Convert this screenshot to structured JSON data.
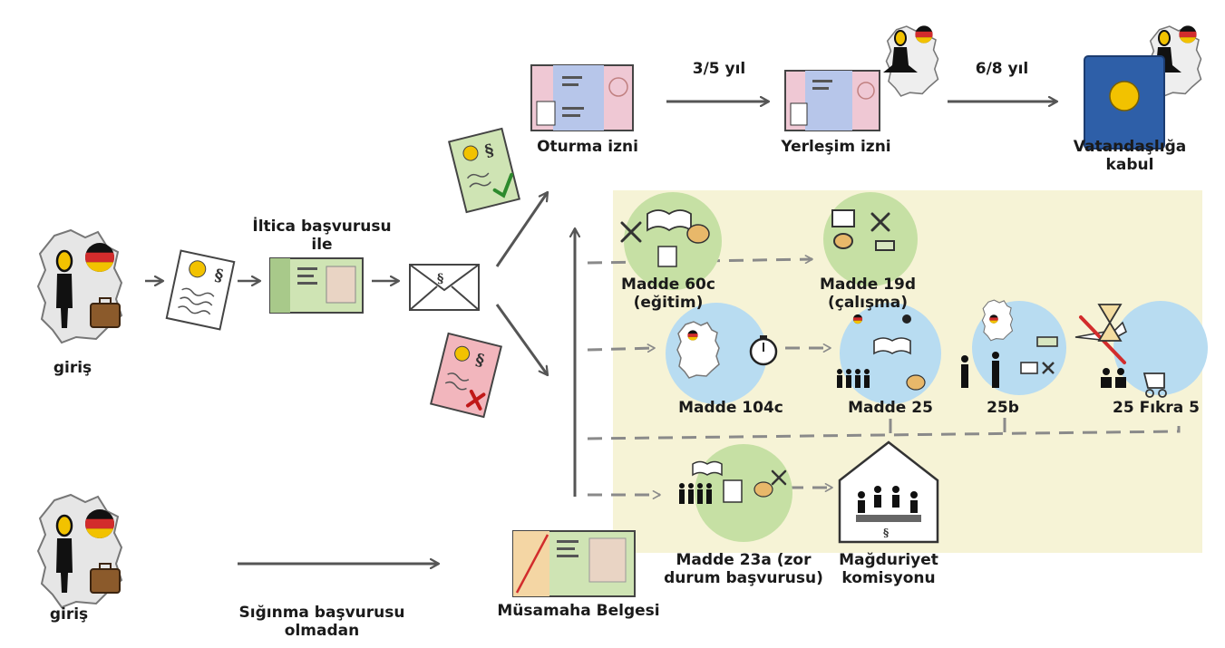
{
  "colors": {
    "zone": "#f6f3d6",
    "green_circle": "#c6e0a4",
    "blue_circle": "#b8dcf1",
    "paper_green": "#cfe4b4",
    "paper_red": "#f2b6bd",
    "card_pink": "#efc8d4",
    "card_blue": "#b7c6ea",
    "passport_blue": "#2e5fa8",
    "arrow": "#555555",
    "dash": "#8a8a8a",
    "map_grey": "#e6e6e6",
    "flag_black": "#111111",
    "flag_red": "#d22c2c",
    "flag_gold": "#f2c200"
  },
  "icons": [
    "germany-map-icon",
    "person-icon",
    "german-flag-icon",
    "suitcase-icon",
    "paragraph-document-icon",
    "id-card-icon",
    "envelope-icon",
    "approved-document-icon",
    "rejected-document-icon",
    "residence-card-icon",
    "passport-icon",
    "meditating-person-icon",
    "education-icon",
    "work-tools-icon",
    "stopwatch-icon",
    "group-icon",
    "commission-building-icon",
    "tolerance-certificate-icon",
    "airplane-crossed-icon",
    "hourglass-icon",
    "stroller-icon",
    "family-icon"
  ],
  "labels": {
    "entry_top": "giriş",
    "entry_bottom": "giriş",
    "asylum_application": "İltica başvurusu\nile",
    "no_asylum_application": "Sığınma başvurusu\nolmadan",
    "residence_permit": "Oturma izni",
    "settlement_permit": "Yerleşim izni",
    "citizenship": "Vatandaşlığa\nkabul",
    "years_3_5": "3/5 yıl",
    "years_6_8": "6/8 yıl",
    "article_60c": "Madde 60c\n(eğitim)",
    "article_19d": "Madde 19d\n(çalışma)",
    "article_104c": "Madde 104c",
    "article_25": "Madde 25",
    "article_25b": "25b",
    "article_25_5": "25 Fıkra 5",
    "article_23a": "Madde 23a (zor\ndurum başvurusu)",
    "hardship_commission": "Mağduriyet\nkomisyonu",
    "toleration_certificate": "Müsamaha Belgesi"
  }
}
